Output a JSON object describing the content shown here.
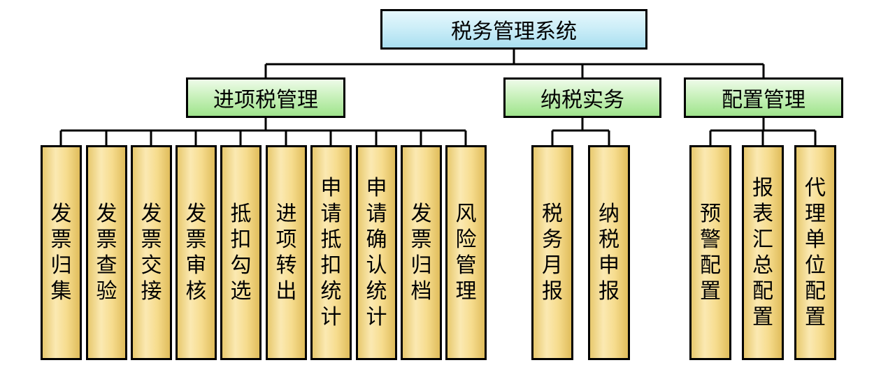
{
  "diagram": {
    "root": {
      "label": "税务管理系统"
    },
    "categories": [
      {
        "label": "进项税管理",
        "children": [
          "发票归集",
          "发票查验",
          "发票交接",
          "发票审核",
          "抵扣勾选",
          "进项转出",
          "申请抵扣统计",
          "申请确认统计",
          "发票归档",
          "风险管理"
        ]
      },
      {
        "label": "纳税实务",
        "children": [
          "税务月报",
          "纳税申报"
        ]
      },
      {
        "label": "配置管理",
        "children": [
          "预警配置",
          "报表汇总配置",
          "代理单位配置"
        ]
      }
    ],
    "colors": {
      "root_fill": "#cdeef8",
      "category_fill": "#caf1bd",
      "leaf_fill": "#f6dc8e",
      "line": "#000000"
    }
  }
}
